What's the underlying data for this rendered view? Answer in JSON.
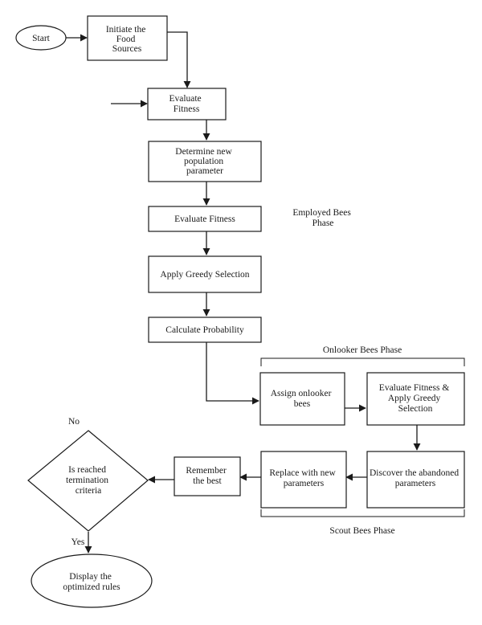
{
  "nodes": {
    "start": "Start",
    "initiate": [
      "Initiate the",
      "Food",
      "Sources"
    ],
    "evaluate1": [
      "Evaluate",
      "Fitness"
    ],
    "determine": [
      "Determine new",
      "population",
      "parameter"
    ],
    "evaluate2": "Evaluate Fitness",
    "greedy": "Apply Greedy Selection",
    "probability": "Calculate Probability",
    "assign": [
      "Assign onlooker",
      "bees"
    ],
    "eval_greedy": [
      "Evaluate Fitness &",
      "Apply Greedy",
      "Selection"
    ],
    "discover": [
      "Discover the abandoned",
      "parameters"
    ],
    "replace": [
      "Replace with new",
      "parameters"
    ],
    "remember": [
      "Remember",
      "the best"
    ],
    "decision": [
      "Is reached",
      "termination",
      "criteria"
    ],
    "display": [
      "Display the",
      "optimized rules"
    ]
  },
  "labels": {
    "employed_phase": [
      "Employed Bees",
      "Phase"
    ],
    "onlooker_phase": "Onlooker Bees Phase",
    "scout_phase": "Scout Bees Phase",
    "no": "No",
    "yes": "Yes"
  }
}
